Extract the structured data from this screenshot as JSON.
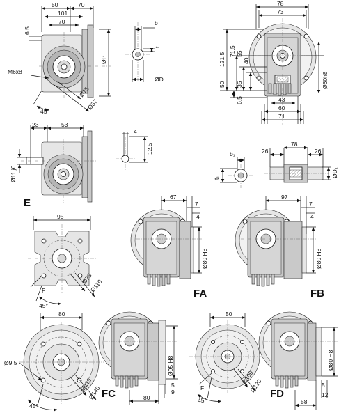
{
  "dims": {
    "top_50": "50",
    "top_70": "70",
    "top_101": "101",
    "top_70b": "70",
    "left_6_5": "6.5",
    "m6x8": "M6x8",
    "phi_p": "ØP",
    "phi_75": "Ø75",
    "phi_87": "Ø87",
    "deg45_a": "45°",
    "key_b": "b",
    "key_t": "t",
    "key_d": "ØD",
    "r_78": "78",
    "r_73": "73",
    "r_121_5": "121.5",
    "r_71_5": "71.5",
    "r_55": "55",
    "r_40": "40",
    "r_50": "50",
    "r_35": "35",
    "r_6_5": "6.5",
    "r_43": "43",
    "r_60": "60",
    "r_71": "71",
    "r_60h8": "Ø60h8",
    "e_23": "23",
    "e_53": "53",
    "e_11j6": "Ø11 j6",
    "k2_4": "4",
    "k2_12_5": "12.5",
    "s_b1": "b₁",
    "s_t1": "t₁",
    "s_26a": "26",
    "s_78": "78",
    "s_26b": "26",
    "s_d1": "ØD₁",
    "p_95": "95",
    "p_f": "F",
    "p_75": "Ø75",
    "p_110": "Ø110",
    "p_45": "45°",
    "fa_67": "67",
    "fa_7": "7",
    "fa_4": "4",
    "fa_80h8": "Ø80 H8",
    "fb_97": "97",
    "fb_7": "7",
    "fb_4": "4",
    "fb_80h8": "Ø80 H8",
    "fc_80": "80",
    "fc_9_5": "Ø9.5",
    "fc_115": "Ø115",
    "fc_140": "Ø140",
    "fc_45": "45°",
    "fc_95h8": "Ø95 H8",
    "fc_5": "5",
    "fc_9": "9",
    "fc_80b": "80",
    "fd_50": "50",
    "fd_f": "F",
    "fd_100": "Ø100",
    "fd_120": "Ø120",
    "fd_45": "45°",
    "fd_80h8": "Ø80 H8",
    "fd_5": "5",
    "fd_12": "12",
    "fd_58": "58"
  },
  "labels": {
    "e": "E",
    "fa": "FA",
    "fb": "FB",
    "fc": "FC",
    "fd": "FD"
  }
}
